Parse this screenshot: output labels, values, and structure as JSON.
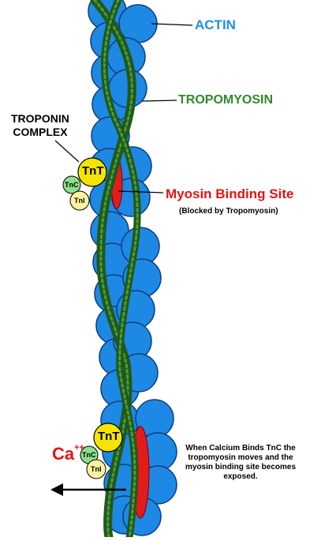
{
  "labels": {
    "actin": "ACTIN",
    "tropomyosin": "TROPOMYOSIN",
    "troponin_complex_line1": "TROPONIN",
    "troponin_complex_line2": "COMPLEX",
    "myosin_binding_site": "Myosin Binding Site",
    "blocked": "(Blocked by Tropomyosin)",
    "calcium": "Ca",
    "calcium_charge": "++",
    "note": "When Calcium Binds TnC the tropomyosin moves and the myosin binding site becomes exposed."
  },
  "troponin_top": {
    "tnt": "TnT",
    "tnc": "TnC",
    "tni": "TnI"
  },
  "troponin_bottom": {
    "tnt": "TnT",
    "tnc": "TnC",
    "tni": "TnI"
  },
  "colors": {
    "actin": "#1e88e5",
    "actin_outline": "#0d3e7a",
    "tropomyosin": "#1f5a1a",
    "tropomyosin_highlight": "#4f9a3a",
    "tnt": "#f5e400",
    "tnc": "#8fe08a",
    "tni": "#fff3a0",
    "binding_site": "#e31b1b"
  }
}
